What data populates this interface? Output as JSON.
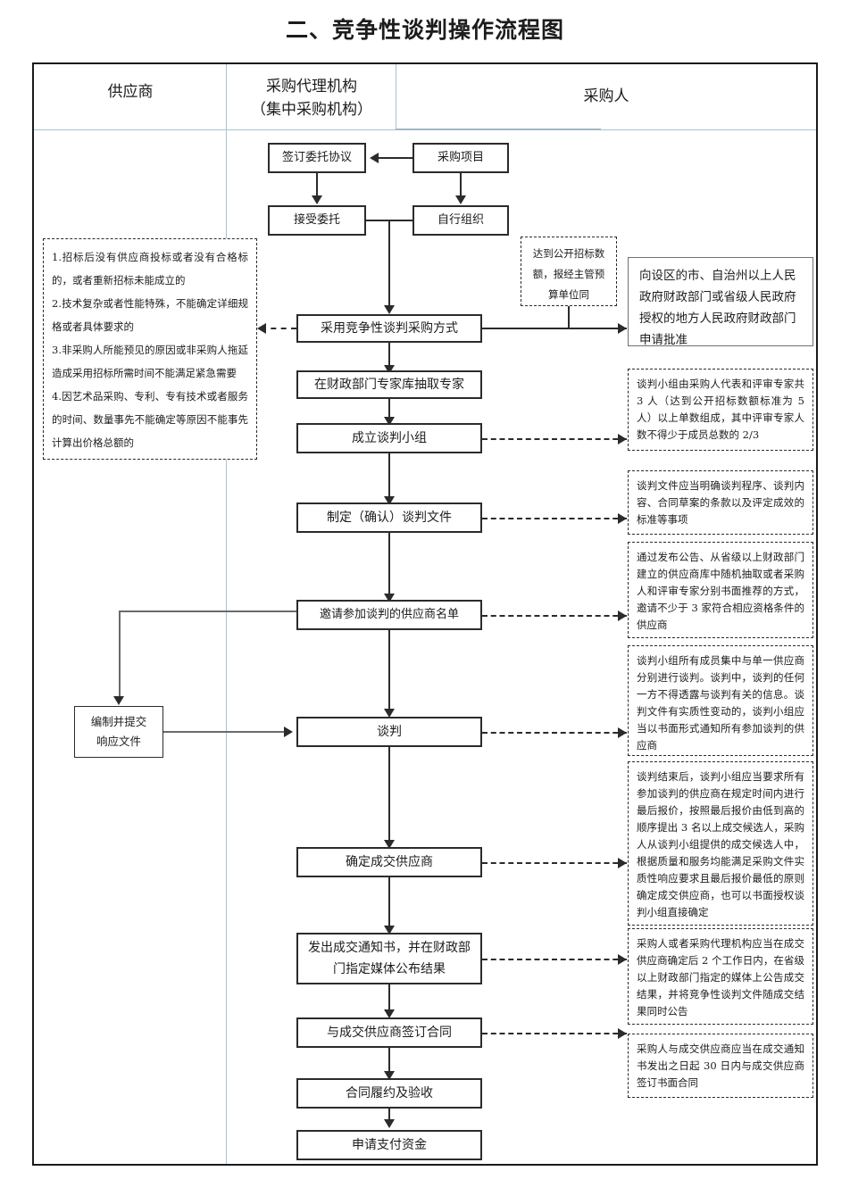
{
  "title": "二、竞争性谈判操作流程图",
  "columns": [
    {
      "id": "supplier",
      "label": "供应商"
    },
    {
      "id": "agency",
      "label": "采购代理机构\n（集中采购机构）"
    },
    {
      "id": "buyer",
      "label": "采购人"
    }
  ],
  "column_labels": {
    "supplier": "供应商",
    "agency_line1": "采购代理机构",
    "agency_line2": "（集中采购机构）",
    "buyer": "采购人"
  },
  "nodes": {
    "sign_entrust": "签订委托协议",
    "purchase_project": "采购项目",
    "accept_entrust": "接受委托",
    "self_organize": "自行组织",
    "adopt_method": "采用竞争性谈判采购方式",
    "draw_experts": "在财政部门专家库抽取专家",
    "form_team": "成立谈判小组",
    "make_docs": "制定（确认）谈判文件",
    "invite_list": "邀请参加谈判的供应商名单",
    "prepare_response_l1": "编制并提交",
    "prepare_response_l2": "响应文件",
    "negotiate": "谈判",
    "determine_winner": "确定成交供应商",
    "issue_notice_l1": "发出成交通知书，并在财政部",
    "issue_notice_l2": "门指定媒体公布结果",
    "sign_contract": "与成交供应商签订合同",
    "contract_perform": "合同履约及验收",
    "apply_payment": "申请支付资金"
  },
  "notes": {
    "conditions": "1.招标后没有供应商投标或者没有合格标的，或者重新招标未能成立的\n2.技术复杂或者性能特殊，不能确定详细规格或者具体要求的\n3.非采购人所能预见的原因或非采购人拖延造成采用招标所需时间不能满足紧急需要\n4.因艺术品采购、专利、专有技术或者服务的时间、数量事先不能确定等原因不能事先计算出价格总额的",
    "threshold": "达到公开招标数额，报经主管预算单位同",
    "approval": "向设区的市、自治州以上人民政府财政部门或省级人民政府授权的地方人民政府财政部门申请批准",
    "team_composition": "谈判小组由采购人代表和评审专家共 3 人（达到公开招标数额标准为 5 人）以上单数组成，其中评审专家人数不得少于成员总数的 2/3",
    "doc_content": "谈判文件应当明确谈判程序、谈判内容、合同草案的条款以及评定成效的标准等事项",
    "invite_method": "通过发布公告、从省级以上财政部门建立的供应商库中随机抽取或者采购人和评审专家分别书面推荐的方式，邀请不少于 3 家符合相应资格条件的供应商",
    "negotiation_rule": "谈判小组所有成员集中与单一供应商分别进行谈判。谈判中，谈判的任何一方不得透露与谈判有关的信息。谈判文件有实质性变动的，谈判小组应当以书面形式通知所有参加谈判的供应商",
    "award_rule": "谈判结束后，谈判小组应当要求所有参加谈判的供应商在规定时间内进行最后报价，按照最后报价由低到高的顺序提出 3 名以上成交候选人，采购人从谈判小组提供的成交候选人中，根据质量和服务均能满足采购文件实质性响应要求且最后报价最低的原则确定成交供应商，也可以书面授权谈判小组直接确定",
    "publish_rule": "采购人或者采购代理机构应当在成交供应商确定后 2 个工作日内，在省级以上财政部门指定的媒体上公告成交结果，并将竞争性谈判文件随成交结果同时公告",
    "contract_rule": "采购人与成交供应商应当在成交通知书发出之日起 30 日内与成交供应商签订书面合同"
  },
  "colors": {
    "border": "#2b2b2b",
    "divider": "#a9c2cf",
    "note_border": "#2b2b2b",
    "solid_note_border": "#6f6f6f",
    "background": "#ffffff"
  }
}
